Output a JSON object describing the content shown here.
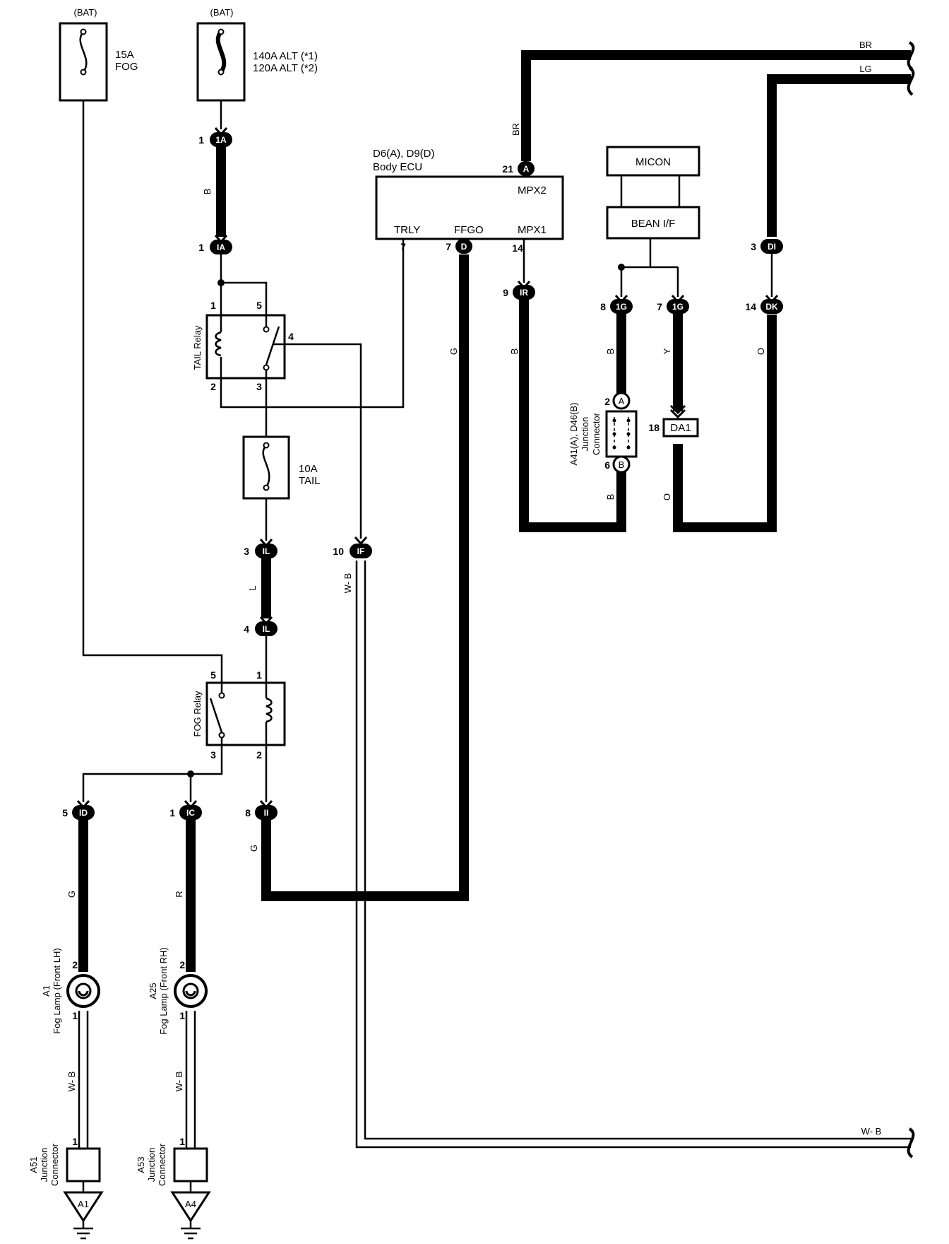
{
  "fuses": {
    "fog": {
      "source": "(BAT)",
      "rating": "15A",
      "name": "FOG"
    },
    "alt": {
      "source": "(BAT)",
      "line1": "140A ALT (*1)",
      "line2": "120A ALT (*2)"
    },
    "tail": {
      "rating": "10A",
      "name": "TAIL"
    }
  },
  "ecu": {
    "code": "D6(A), D9(D)",
    "name": "Body ECU",
    "terminals": {
      "trly": "TRLY",
      "ffgo": "FFGO",
      "mpx1": "MPX1",
      "mpx2": "MPX2"
    }
  },
  "micon": "MICON",
  "bean": "BEAN I/F",
  "relays": {
    "tail": "TAIL Relay",
    "fog": "FOG Relay"
  },
  "connectors": {
    "1A": "1A",
    "IA": "IA",
    "IL": "IL",
    "IF": "IF",
    "ID": "ID",
    "IC": "IC",
    "II": "II",
    "IR": "IR",
    "1G": "1G",
    "DI": "DI",
    "DK": "DK",
    "A": "A",
    "D": "D",
    "B": "B",
    "DA1": "DA1"
  },
  "pins": {
    "p1": "1",
    "p2": "2",
    "p3": "3",
    "p4": "4",
    "p5": "5",
    "p6": "6",
    "p7": "7",
    "p8": "8",
    "p9": "9",
    "p10": "10",
    "p14": "14",
    "p18": "18",
    "p21": "21"
  },
  "wires": {
    "B": "B",
    "G": "G",
    "L": "L",
    "R": "R",
    "Y": "Y",
    "O": "O",
    "BR": "BR",
    "LG": "LG",
    "WB": "W- B"
  },
  "junction_connector": {
    "code": "A41(A), D46(B)",
    "line1": "Junction",
    "line2": "Connector"
  },
  "fog_lh": {
    "code": "A1",
    "name": "Fog Lamp (Front LH)"
  },
  "fog_rh": {
    "code": "A25",
    "name": "Fog Lamp (Front RH)"
  },
  "jc_a51": {
    "code": "A51",
    "line1": "Junction",
    "line2": "Connector"
  },
  "jc_a53": {
    "code": "A53",
    "line1": "Junction",
    "line2": "Connector"
  },
  "grounds": {
    "a1": "A1",
    "a4": "A4"
  }
}
